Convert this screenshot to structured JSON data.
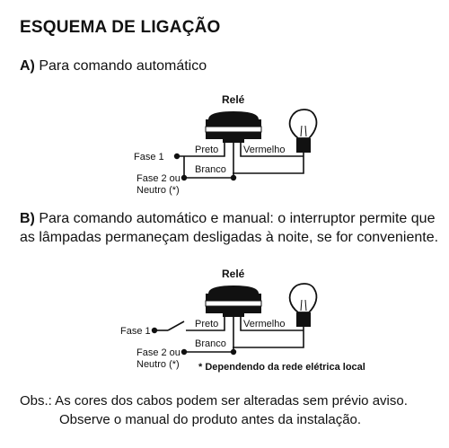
{
  "title": "ESQUEMA DE LIGAÇÃO",
  "section_a": {
    "prefix": "A)",
    "text": " Para comando automático"
  },
  "section_b": {
    "prefix": "B)",
    "text": " Para comando automático e manual: o interruptor permite que as lâmpadas permaneçam desligadas à noite, se for conveniente."
  },
  "diagram_a": {
    "relay": "Relé",
    "fase1": "Fase 1",
    "fase2_line1": "Fase 2 ou",
    "fase2_line2": "Neutro (*)",
    "preto": "Preto",
    "branco": "Branco",
    "vermelho": "Vermelho"
  },
  "diagram_b": {
    "relay": "Relé",
    "fase1": "Fase 1",
    "fase2_line1": "Fase 2 ou",
    "fase2_line2": "Neutro (*)",
    "preto": "Preto",
    "branco": "Branco",
    "vermelho": "Vermelho",
    "footnote": "* Dependendo da rede elétrica local"
  },
  "obs": {
    "line1": "Obs.: As cores dos cabos podem ser alteradas sem prévio aviso.",
    "line2": "Observe o manual do produto antes da instalação."
  }
}
